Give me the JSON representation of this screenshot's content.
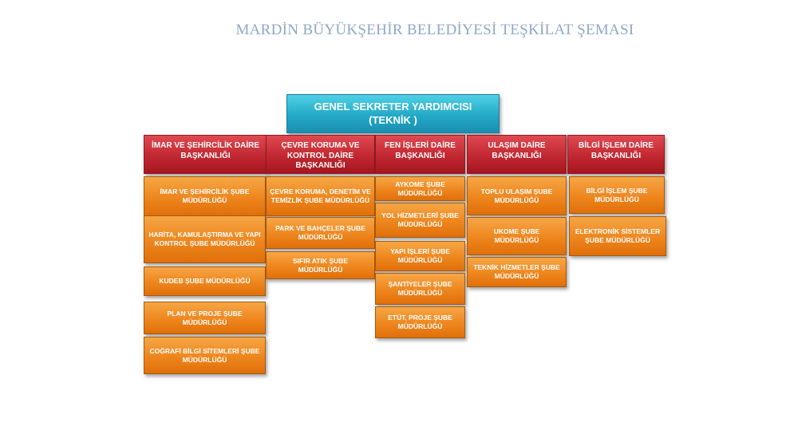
{
  "title": "MARDİN BÜYÜKŞEHİR BELEDİYESİ TEŞKİLAT ŞEMASI",
  "top_unit": {
    "line1": "GENEL SEKRETER YARDIMCISI",
    "line2": "(TEKNİK )"
  },
  "departments": [
    {
      "name": "İMAR VE ŞEHİRCİLİK  DAİRE BAŞKANLIĞI",
      "units": [
        "İMAR VE ŞEHİRCİLİK  ŞUBE MÜDÜRLÜĞÜ",
        "HARİTA, KAMULAŞTIRMA VE YAPI KONTROL ŞUBE MÜDÜRLÜĞÜ",
        "KUDEB  ŞUBE MÜDÜRLÜĞÜ",
        "PLAN VE PROJE  ŞUBE MÜDÜRLÜĞÜ",
        "COĞRAFİ BİLGİ SİTEMLERİ ŞUBE MÜDÜRLÜĞÜ"
      ]
    },
    {
      "name": "ÇEVRE KORUMA VE KONTROL  DAİRE BAŞKANLIĞI",
      "units": [
        "ÇEVRE KORUMA, DENETİM VE TEMİZLİK ŞUBE MÜDÜRLÜĞÜ",
        "PARK VE BAHÇELER ŞUBE MÜDÜRLÜĞÜ",
        "SIFIR ATIK ŞUBE MÜDÜRLÜĞÜ"
      ]
    },
    {
      "name": "FEN İŞLERİ DAİRE BAŞKANLIĞI",
      "units": [
        "AYKOME  ŞUBE MÜDÜRLÜĞÜ",
        "YOL HİZMETLERİ ŞUBE MÜDÜRLÜĞÜ",
        "YAPI İŞLERİ ŞUBE MÜDÜRLÜĞÜ",
        "ŞANTİYELER ŞUBE MÜDÜRLÜĞÜ",
        "ETÜT, PROJE ŞUBE MÜDÜRLÜĞÜ"
      ]
    },
    {
      "name": "ULAŞIM  DAİRE BAŞKANLIĞI",
      "units": [
        "TOPLU ULAŞIM  ŞUBE MÜDÜRLÜĞÜ",
        "UKOME  ŞUBE MÜDÜRLÜĞÜ",
        "TEKNİK HİZMETLER ŞUBE MÜDÜRLÜĞÜ"
      ]
    },
    {
      "name": "BİLGİ İŞLEM DAİRE BAŞKANLIĞI",
      "units": [
        "BİLGİ İŞLEM  ŞUBE MÜDÜRLÜĞÜ",
        "ELEKTRONİK SİSTEMLER ŞUBE MÜDÜRLÜĞÜ"
      ]
    }
  ],
  "colors": {
    "title": "#8fa8c8",
    "top_unit": "#23a9c6",
    "department": "#c42a33",
    "unit": "#ee861d"
  }
}
